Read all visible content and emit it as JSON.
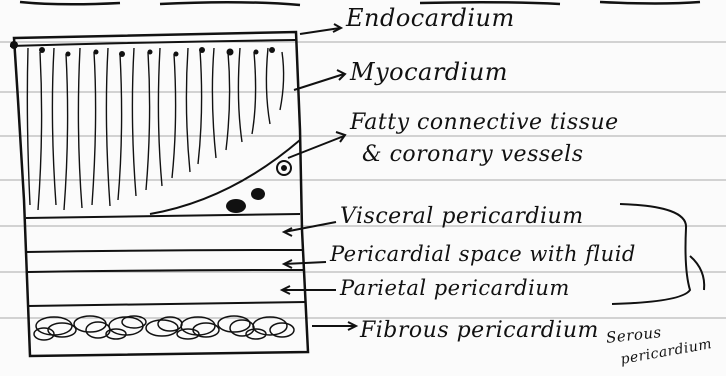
{
  "labels": {
    "endocardium": "Endocardium",
    "myocardium": "Myocardium",
    "fatty_line1": "Fatty connective tissue",
    "fatty_line2": "& coronary vessels",
    "visceral": "Visceral pericardium",
    "space": "Pericardial space with fluid",
    "parietal": "Parietal pericardium",
    "fibrous": "Fibrous pericardium",
    "serous_line1": "Serous",
    "serous_line2": "pericardium"
  },
  "colors": {
    "ink": "#111111",
    "paper": "#fbfbfb",
    "ruled_line": "#9a9a9a"
  }
}
